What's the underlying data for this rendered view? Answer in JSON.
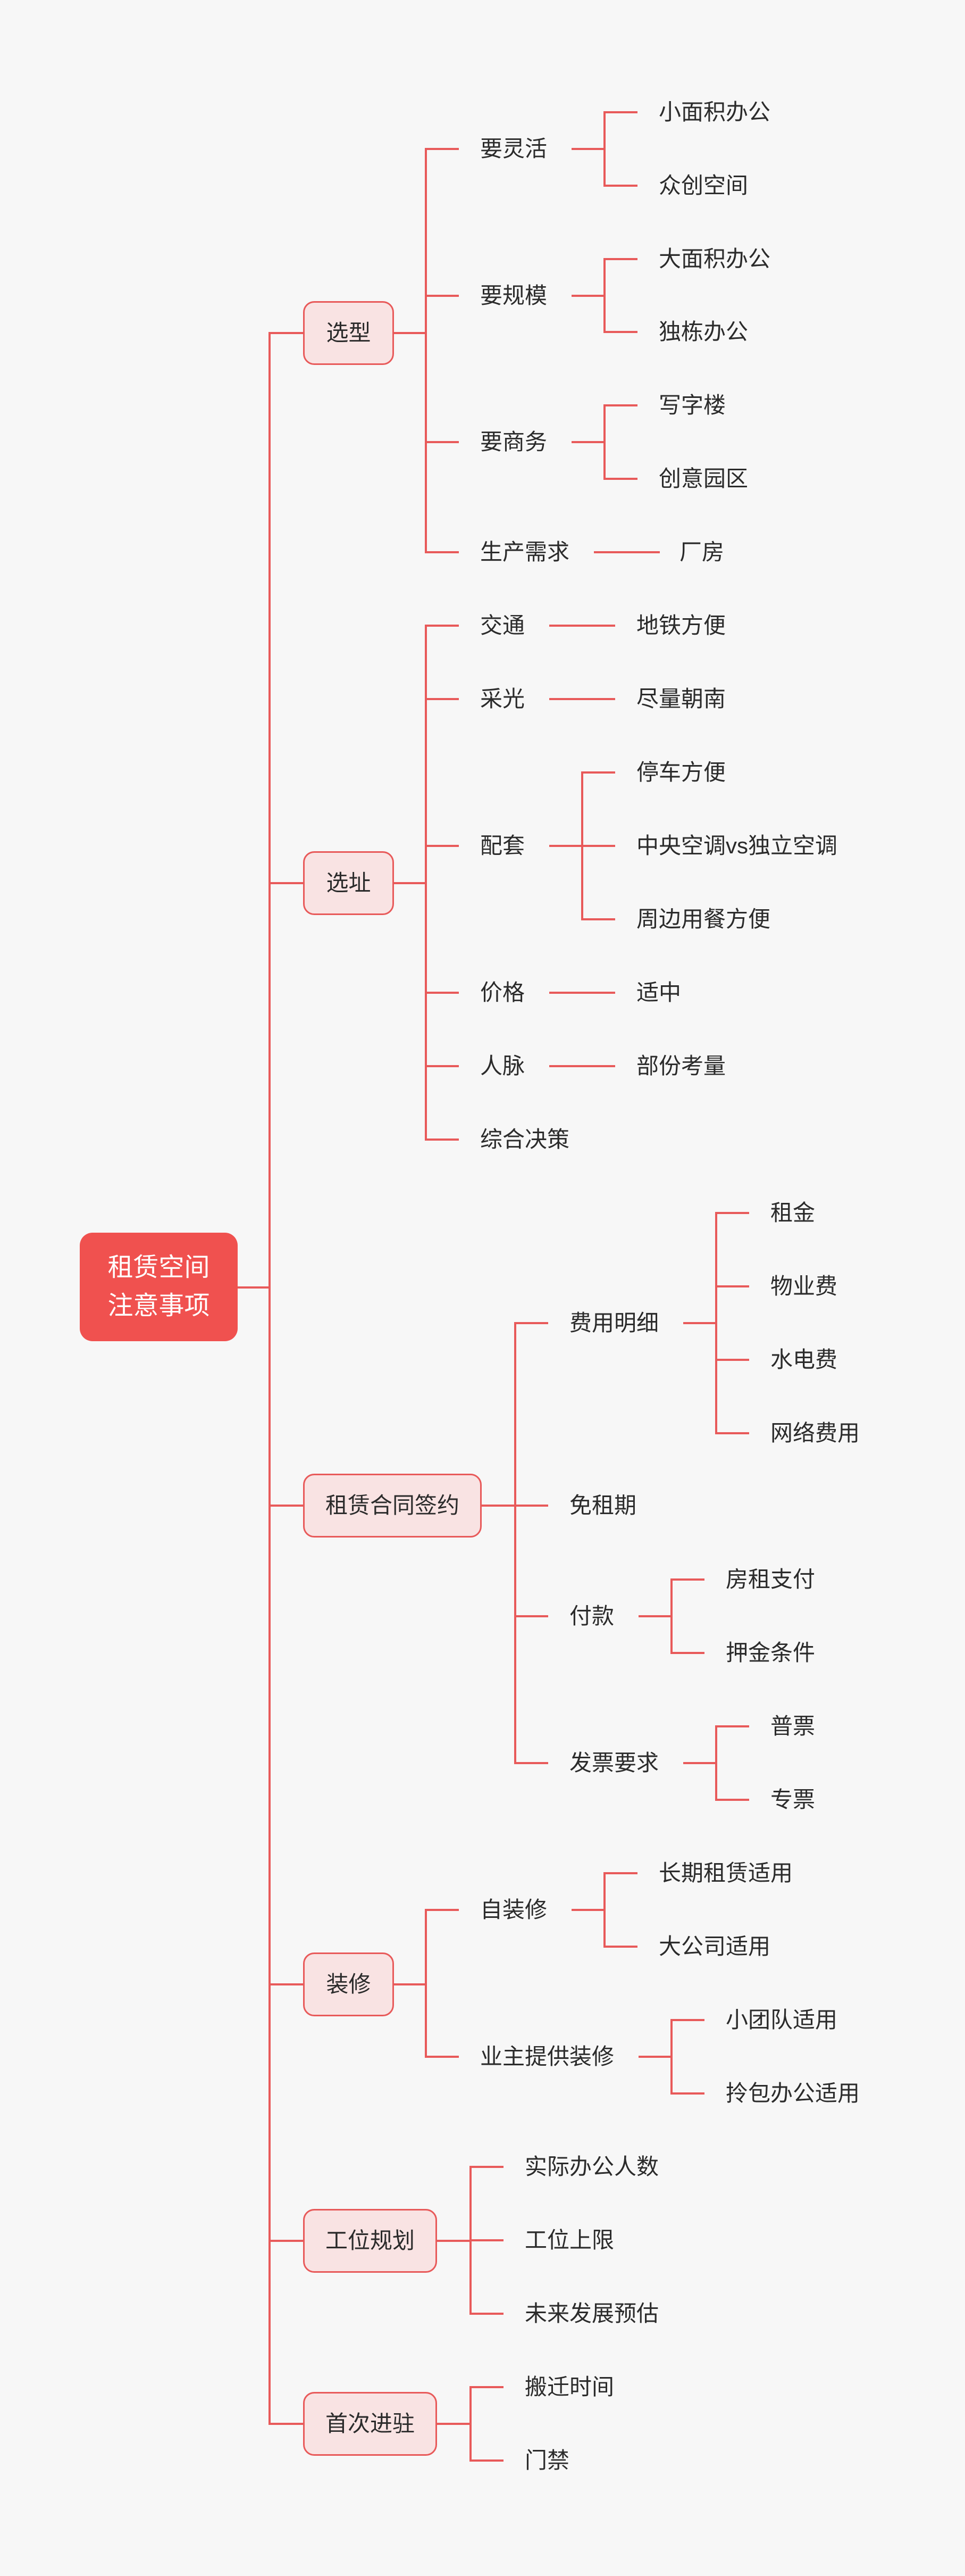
{
  "colors": {
    "line": "#e85a5a",
    "root_fill": "#f0514f",
    "box_fill": "#f9e3e3",
    "text": "#2b2b2b"
  },
  "root": {
    "line1": "租赁空间",
    "line2": "注意事项"
  },
  "branches": [
    {
      "label": "选型",
      "children": [
        {
          "label": "要灵活",
          "children": [
            {
              "label": "小面积办公"
            },
            {
              "label": "众创空间"
            }
          ]
        },
        {
          "label": "要规模",
          "children": [
            {
              "label": "大面积办公"
            },
            {
              "label": "独栋办公"
            }
          ]
        },
        {
          "label": "要商务",
          "children": [
            {
              "label": "写字楼"
            },
            {
              "label": "创意园区"
            }
          ]
        },
        {
          "label": "生产需求",
          "children": [
            {
              "label": "厂房"
            }
          ]
        }
      ]
    },
    {
      "label": "选址",
      "children": [
        {
          "label": "交通",
          "children": [
            {
              "label": "地铁方便"
            }
          ]
        },
        {
          "label": "采光",
          "children": [
            {
              "label": "尽量朝南"
            }
          ]
        },
        {
          "label": "配套",
          "children": [
            {
              "label": "停车方便"
            },
            {
              "label": "中央空调vs独立空调"
            },
            {
              "label": "周边用餐方便"
            }
          ]
        },
        {
          "label": "价格",
          "children": [
            {
              "label": "适中"
            }
          ]
        },
        {
          "label": "人脉",
          "children": [
            {
              "label": "部份考量"
            }
          ]
        },
        {
          "label": "综合决策"
        }
      ]
    },
    {
      "label": "租赁合同签约",
      "children": [
        {
          "label": "费用明细",
          "children": [
            {
              "label": "租金"
            },
            {
              "label": "物业费"
            },
            {
              "label": "水电费"
            },
            {
              "label": "网络费用"
            }
          ]
        },
        {
          "label": "免租期"
        },
        {
          "label": "付款",
          "children": [
            {
              "label": "房租支付"
            },
            {
              "label": "押金条件"
            }
          ]
        },
        {
          "label": "发票要求",
          "children": [
            {
              "label": "普票"
            },
            {
              "label": "专票"
            }
          ]
        }
      ]
    },
    {
      "label": "装修",
      "children": [
        {
          "label": "自装修",
          "children": [
            {
              "label": "长期租赁适用"
            },
            {
              "label": "大公司适用"
            }
          ]
        },
        {
          "label": "业主提供装修",
          "children": [
            {
              "label": "小团队适用"
            },
            {
              "label": "拎包办公适用"
            }
          ]
        }
      ]
    },
    {
      "label": "工位规划",
      "children": [
        {
          "label": "实际办公人数"
        },
        {
          "label": "工位上限"
        },
        {
          "label": "未来发展预估"
        }
      ]
    },
    {
      "label": "首次进驻",
      "children": [
        {
          "label": "搬迁时间"
        },
        {
          "label": "门禁"
        }
      ]
    }
  ]
}
